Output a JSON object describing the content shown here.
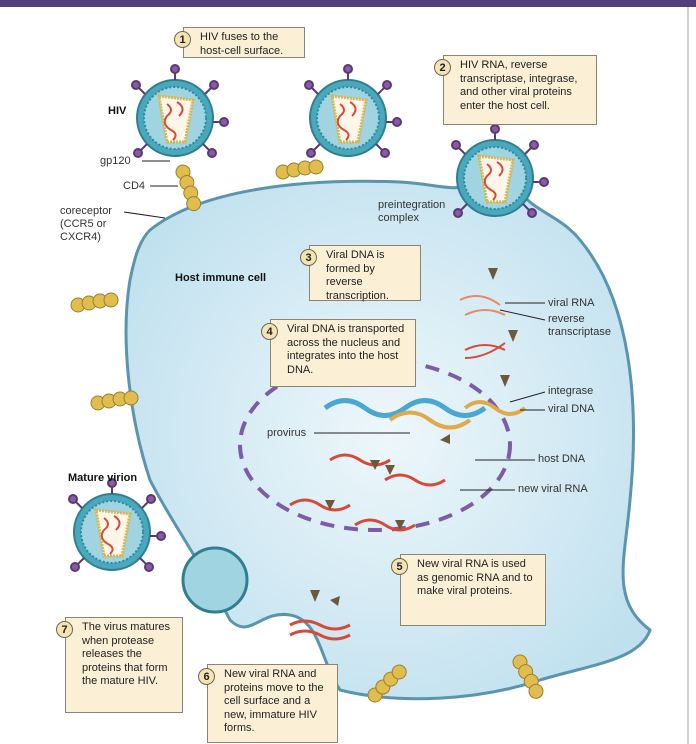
{
  "steps": [
    {
      "num": "1",
      "text": "HIV fuses to the host-cell surface."
    },
    {
      "num": "2",
      "text": "HIV RNA, reverse transcriptase, integrase, and other viral proteins enter the host cell."
    },
    {
      "num": "3",
      "text": "Viral DNA is formed by reverse transcription."
    },
    {
      "num": "4",
      "text": "Viral DNA is transported across the nucleus and integrates into the host DNA."
    },
    {
      "num": "5",
      "text": "New viral RNA is used as genomic RNA and to make viral proteins."
    },
    {
      "num": "6",
      "text": "New viral RNA and proteins move to the cell surface and a new, immature HIV forms."
    },
    {
      "num": "7",
      "text": "The virus matures when protease releases the proteins that form the mature HIV."
    }
  ],
  "labels": {
    "hiv": "HIV",
    "gp120": "gp120",
    "cd4": "CD4",
    "coreceptor": "coreceptor (CCR5 or CXCR4)",
    "preintegration": "preintegration complex",
    "host_cell": "Host immune cell",
    "viral_rna": "viral RNA",
    "reverse_transcriptase": "reverse transcriptase",
    "integrase": "integrase",
    "viral_dna": "viral DNA",
    "provirus": "provirus",
    "host_dna": "host DNA",
    "new_viral_rna": "new viral RNA",
    "mature_virion": "Mature virion"
  },
  "colors": {
    "header": "#553f7a",
    "cell": "#d6ecf4",
    "virus": "#5fb7c9",
    "callout": "#fbf0d6",
    "nucleus": "#7e5ba6",
    "rna": "#d64a3a",
    "cd4": "#d9b54a"
  }
}
